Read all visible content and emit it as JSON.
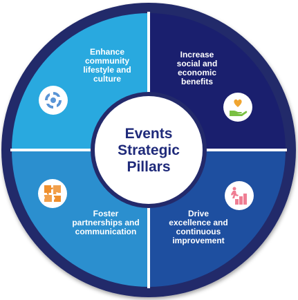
{
  "diagram": {
    "center": {
      "lines": [
        "Events",
        "Strategic",
        "Pillars"
      ]
    },
    "quadrants": [
      {
        "id": "top-left",
        "lines": [
          "Enhance",
          "community",
          "lifestyle and",
          "culture"
        ],
        "color": "#29a9df",
        "icon": "circular-arrows-icon"
      },
      {
        "id": "top-right",
        "lines": [
          "Increase",
          "social and",
          "economic",
          "benefits"
        ],
        "color": "#1a1f6e",
        "icon": "hand-heart-icon"
      },
      {
        "id": "bottom-left",
        "lines": [
          "Foster",
          "partnerships and",
          "communication"
        ],
        "color": "#2b8fcf",
        "icon": "puzzle-icon"
      },
      {
        "id": "bottom-right",
        "lines": [
          "Drive",
          "excellence and",
          "continuous",
          "improvement"
        ],
        "color": "#1e4fa0",
        "icon": "stairs-climb-icon"
      }
    ],
    "colors": {
      "outer_ring": "#232a6b",
      "divider": "#ffffff",
      "center_fill": "#ffffff",
      "center_text": "#1f2a7a",
      "icon_blue": "#5a95d6",
      "icon_green": "#7ac043",
      "icon_heart": "#f0a531",
      "icon_orange": "#ef8f2d",
      "icon_pink": "#ef7e93"
    }
  }
}
